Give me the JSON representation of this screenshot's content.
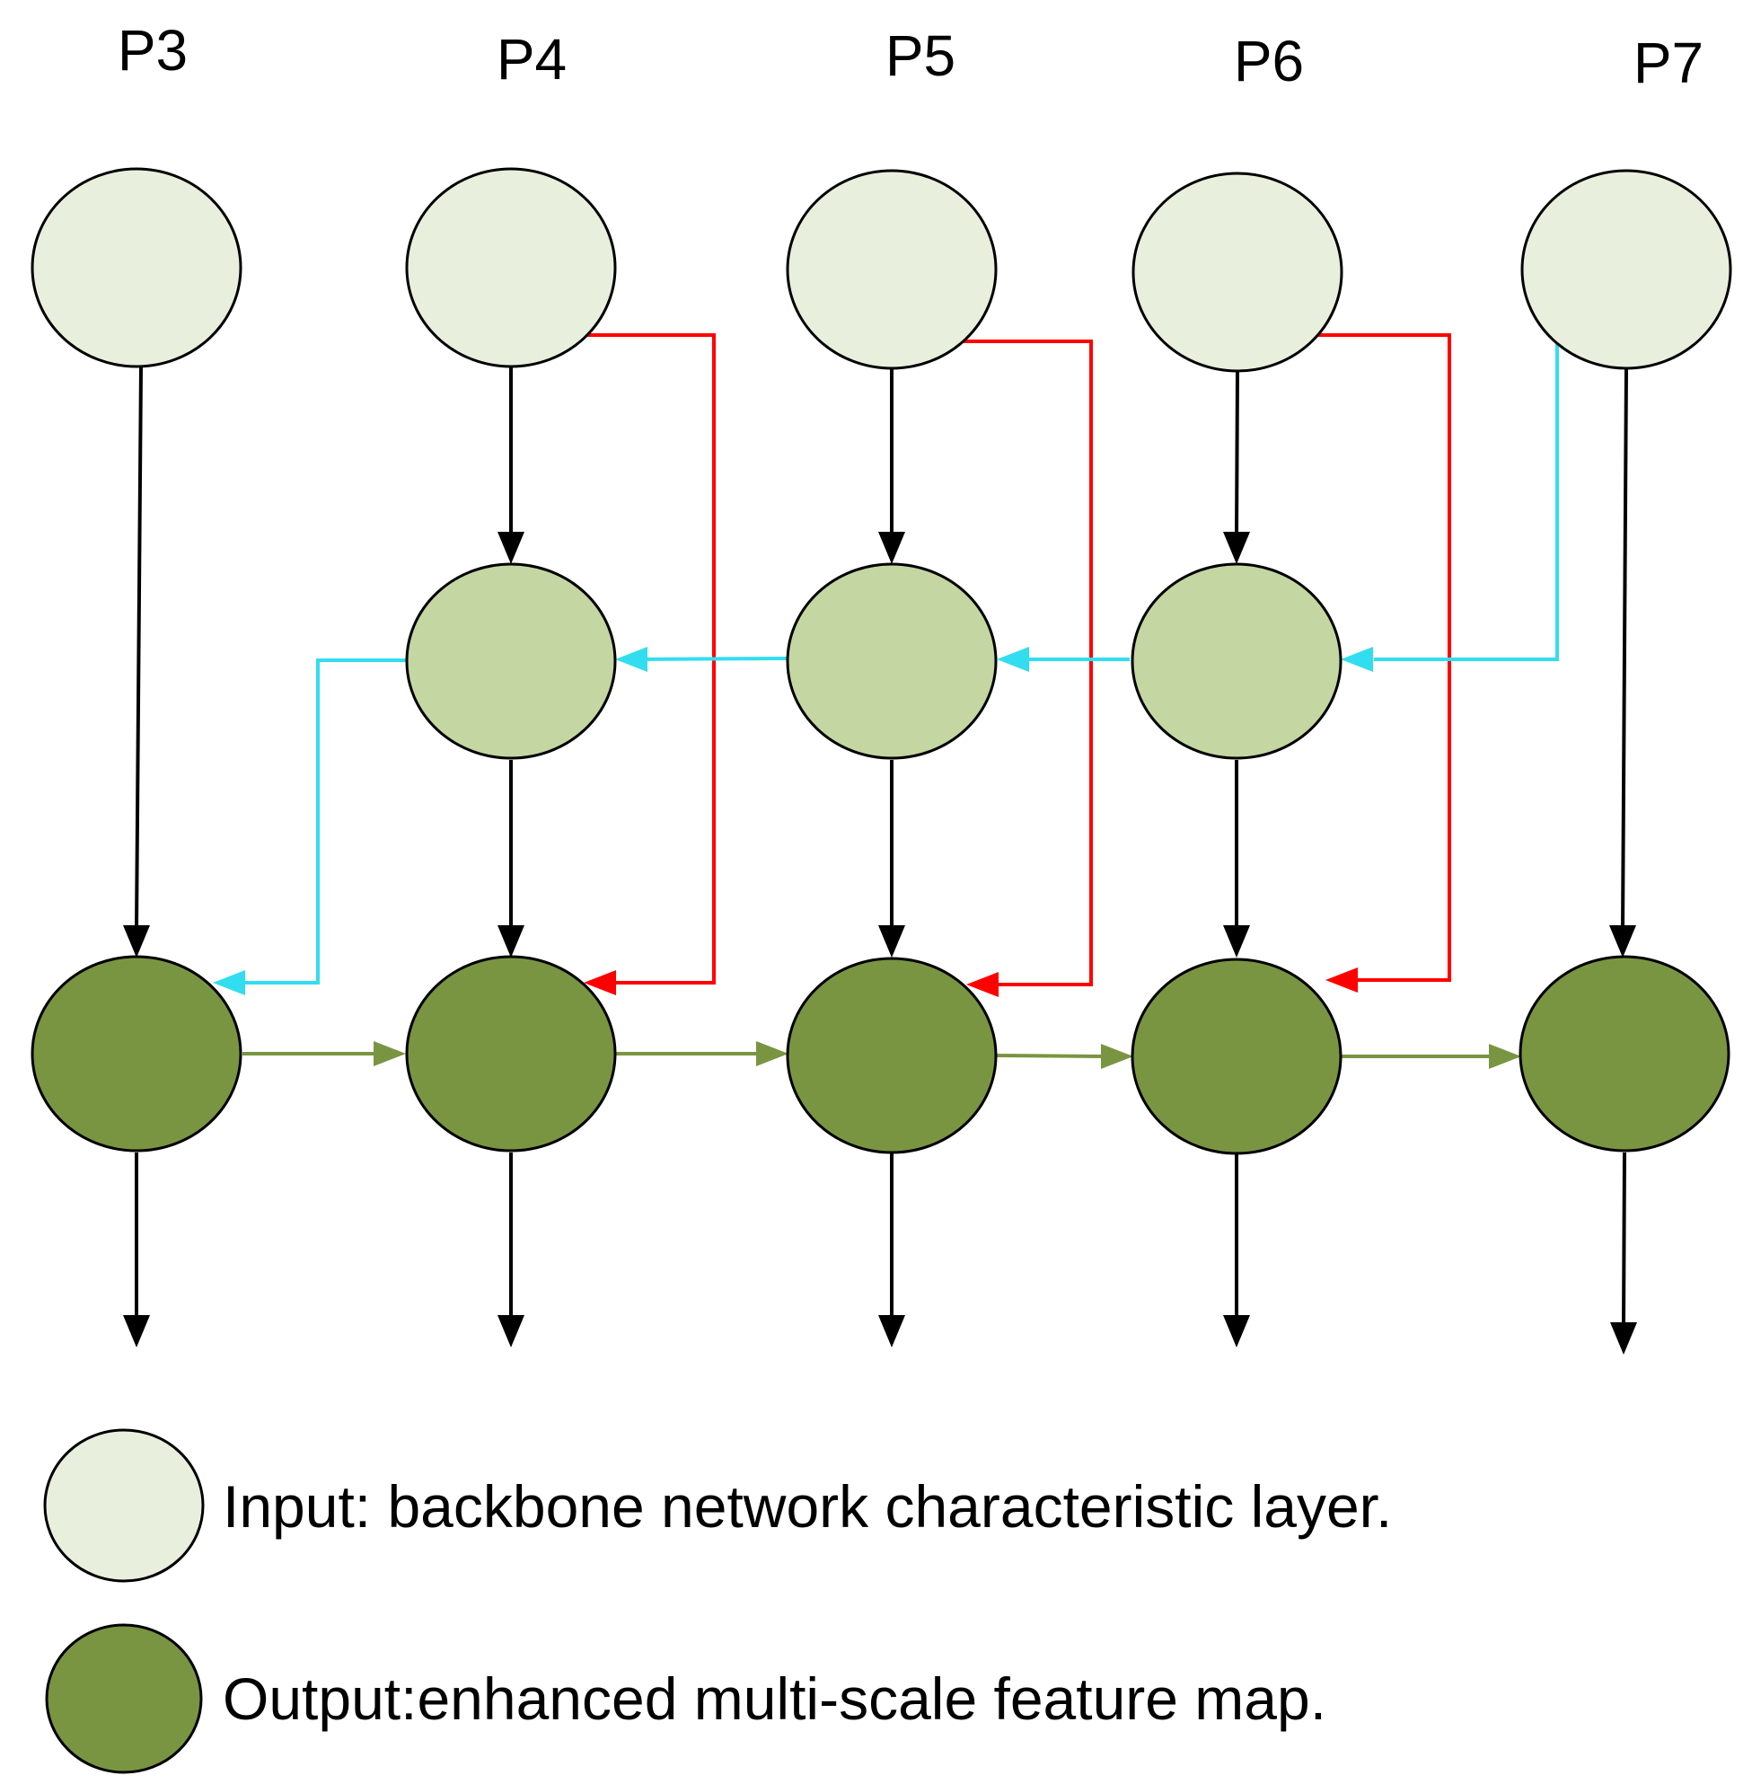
{
  "columns": [
    {
      "id": "p3",
      "label": "P3"
    },
    {
      "id": "p4",
      "label": "P4"
    },
    {
      "id": "p5",
      "label": "P5"
    },
    {
      "id": "p6",
      "label": "P6"
    },
    {
      "id": "p7",
      "label": "P7"
    }
  ],
  "legend": {
    "input_text": "Input: backbone network characteristic layer.",
    "output_text": "Output:enhanced multi-scale feature map."
  },
  "colors": {
    "input_node": "#e8f0dd",
    "intermediate_node": "#c4d6a2",
    "output_node": "#7a9542",
    "node_stroke": "#000000",
    "vertical_arrow": "#000000",
    "skip_arrow": "#ff0000",
    "top_down_arrow": "#33ddf0",
    "bottom_up_arrow": "#7a9542"
  }
}
